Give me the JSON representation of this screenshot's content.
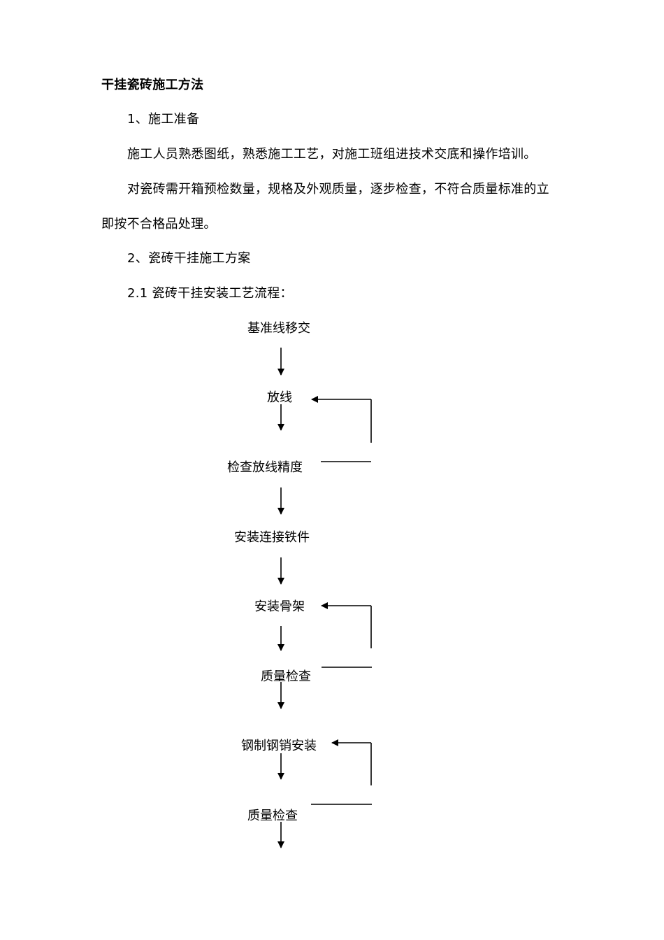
{
  "document": {
    "title": "干挂瓷砖施工方法",
    "section1_heading": "1、施工准备",
    "para1": "施工人员熟悉图纸，熟悉施工工艺，对施工班组进技术交底和操作培训。",
    "para2_line1": "对瓷砖需开箱预检数量，规格及外观质量，逐步检查，不符合质量标准的立",
    "para2_line2": "即按不合格品处理。",
    "section2_heading": "2、瓷砖干挂施工方案",
    "subsection_heading": "2.1 瓷砖干挂安装工艺流程："
  },
  "flowchart": {
    "nodes": [
      "基准线移交",
      "放线",
      "检查放线精度",
      "安装连接铁件",
      "安装骨架",
      "质量检查",
      "钢制钢销安装",
      "质量检查"
    ]
  }
}
